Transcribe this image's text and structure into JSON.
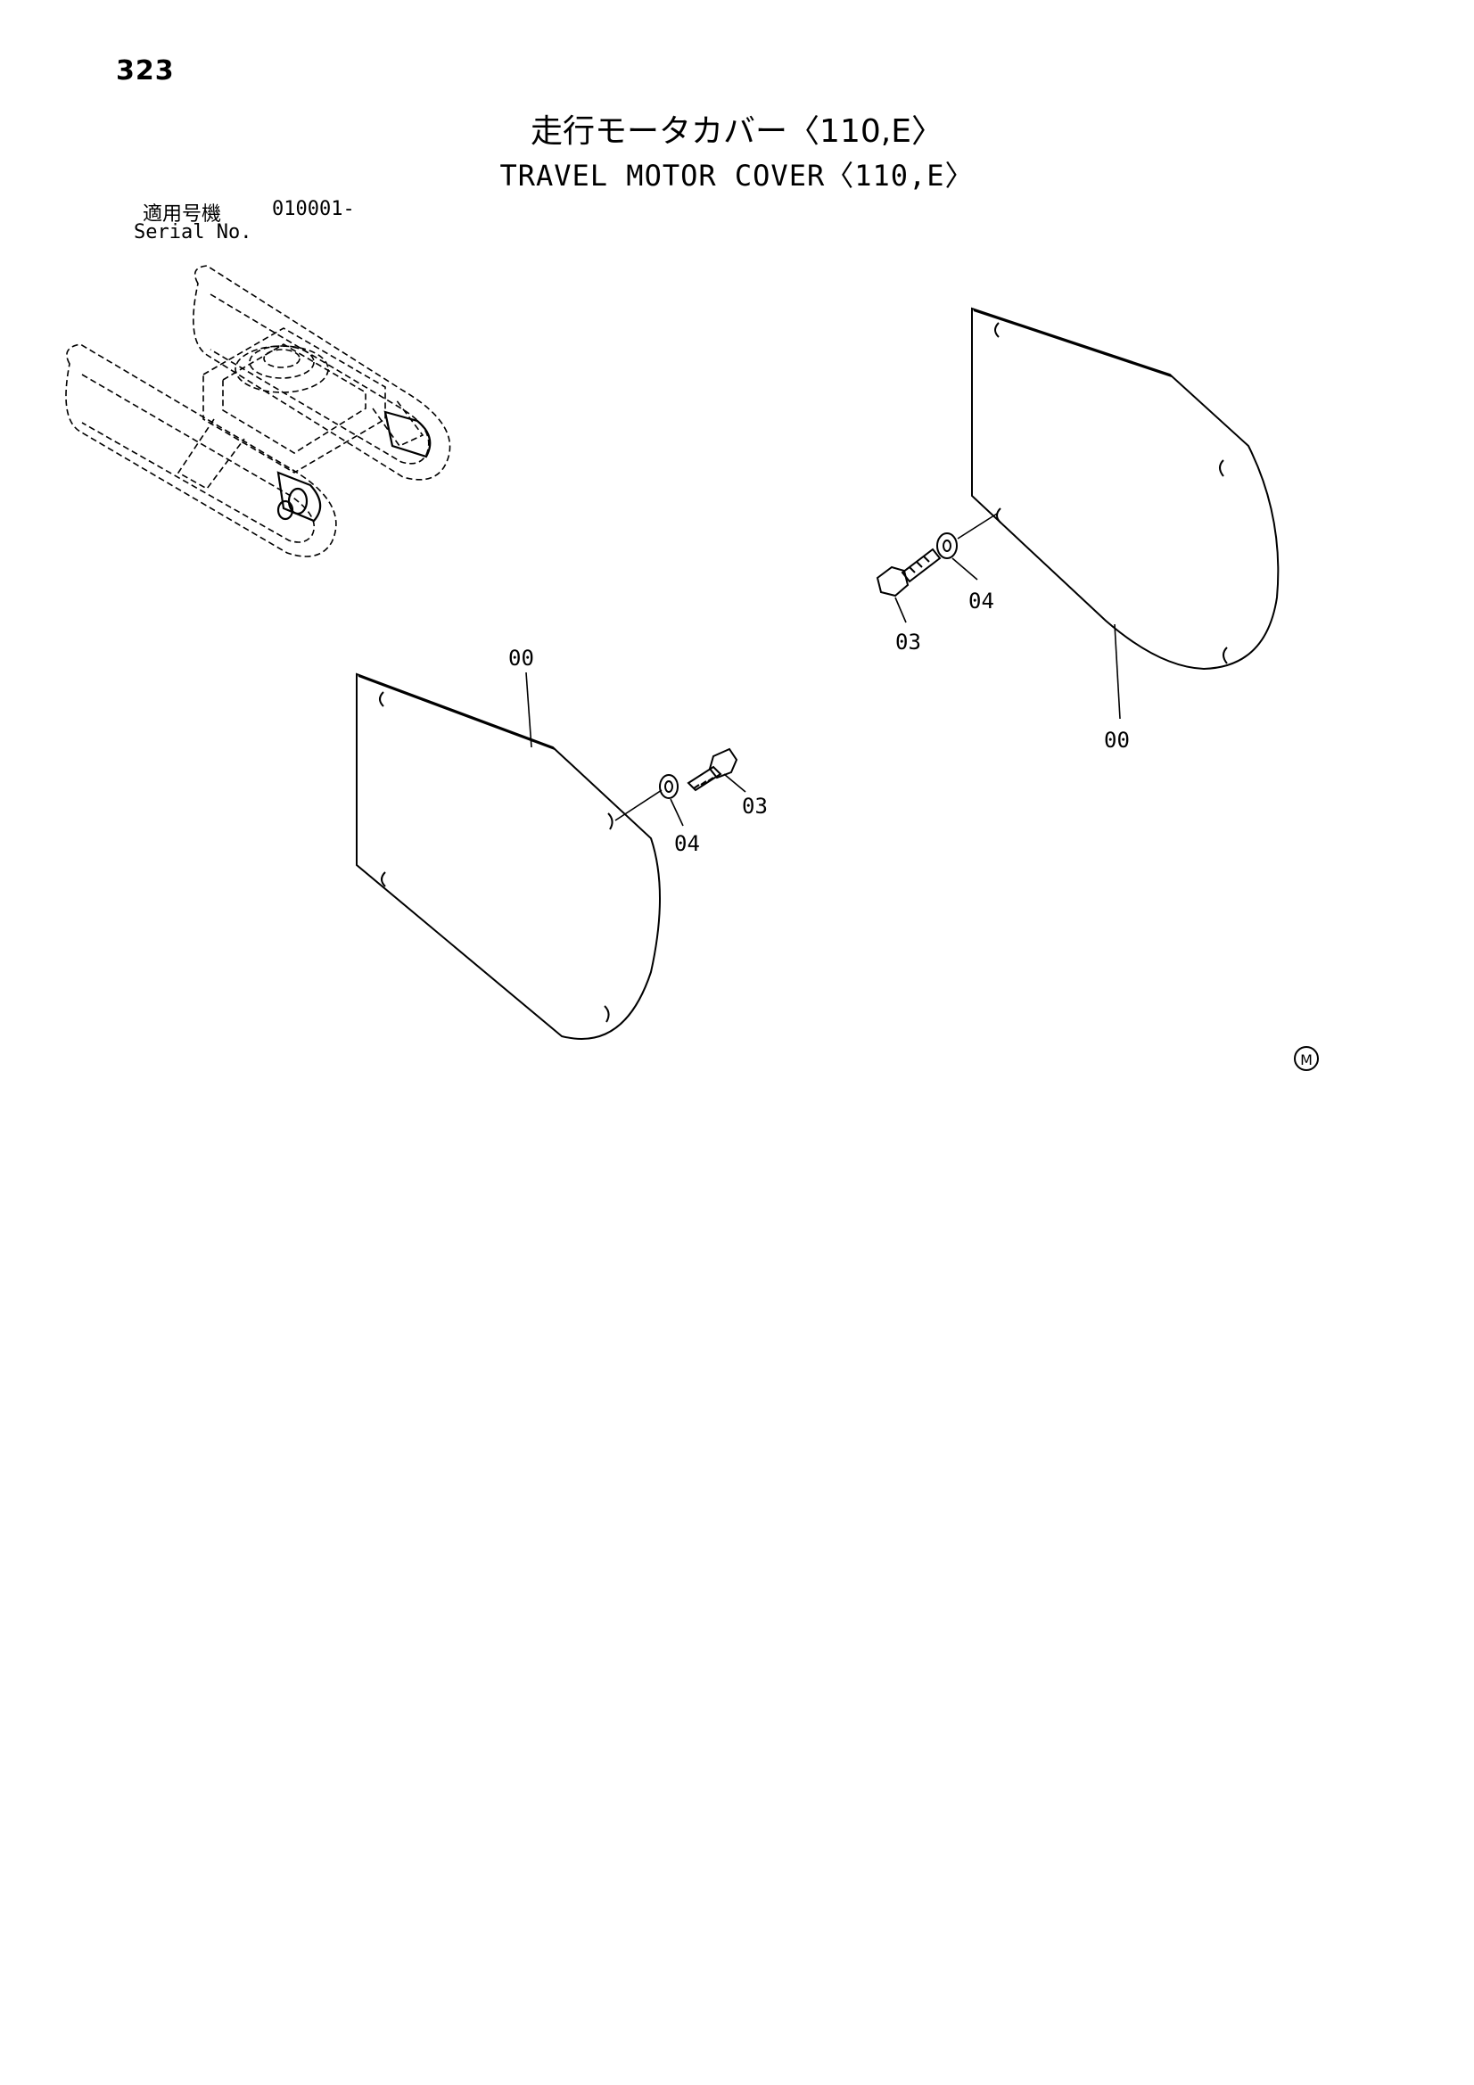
{
  "page": {
    "number": "323",
    "title_jp": "走行モータカバー〈110,E〉",
    "title_en": "TRAVEL MOTOR COVER〈110,E〉",
    "serial_label_jp": "適用号機",
    "serial_value": "010001-",
    "serial_label_en": "Serial No."
  },
  "callouts": {
    "left_cover": "00",
    "left_bolt": "03",
    "left_washer": "04",
    "right_cover": "00",
    "right_bolt": "03",
    "right_washer": "04"
  },
  "mark": "M"
}
